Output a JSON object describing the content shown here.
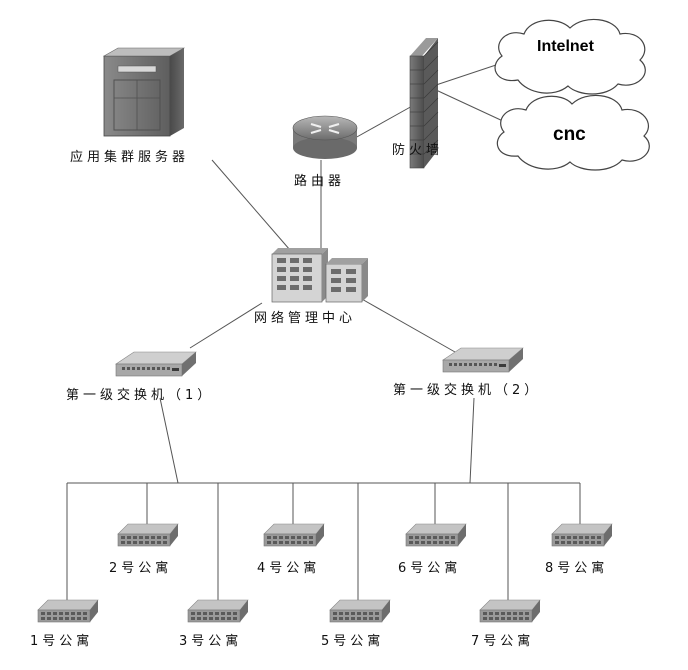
{
  "nodes": {
    "app_cluster": "应用集群服务器",
    "router": "路由器",
    "firewall": "防火墙",
    "cloud_internet": "Intelnet",
    "cloud_cnc": "cnc",
    "nmc": "网络管理中心",
    "switch1": "第一级交换机（1）",
    "switch2": "第一级交换机（2）"
  },
  "apartments": [
    {
      "label": "1号公寓"
    },
    {
      "label": "2号公寓"
    },
    {
      "label": "3号公寓"
    },
    {
      "label": "4号公寓"
    },
    {
      "label": "5号公寓"
    },
    {
      "label": "6号公寓"
    },
    {
      "label": "7号公寓"
    },
    {
      "label": "8号公寓"
    }
  ],
  "colors": {
    "line": "#555555",
    "device_dark": "#5a5a5a",
    "device_light": "#c8c8c8",
    "cloud_fill": "#ffffff",
    "cloud_stroke": "#444444"
  }
}
